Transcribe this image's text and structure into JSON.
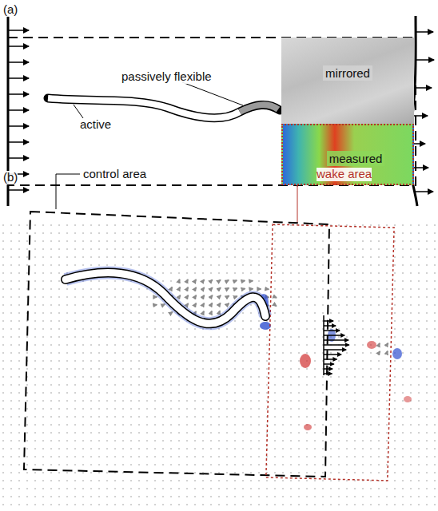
{
  "diagram": {
    "nodes": [
      {
        "text": [
          "mirrored"
        ]
      },
      {
        "text": [
          "measured"
        ]
      }
    ],
    "labels": [
      "(a)",
      "passively flexible",
      "active",
      "control area",
      "wake area",
      "(b)"
    ]
  }
}
